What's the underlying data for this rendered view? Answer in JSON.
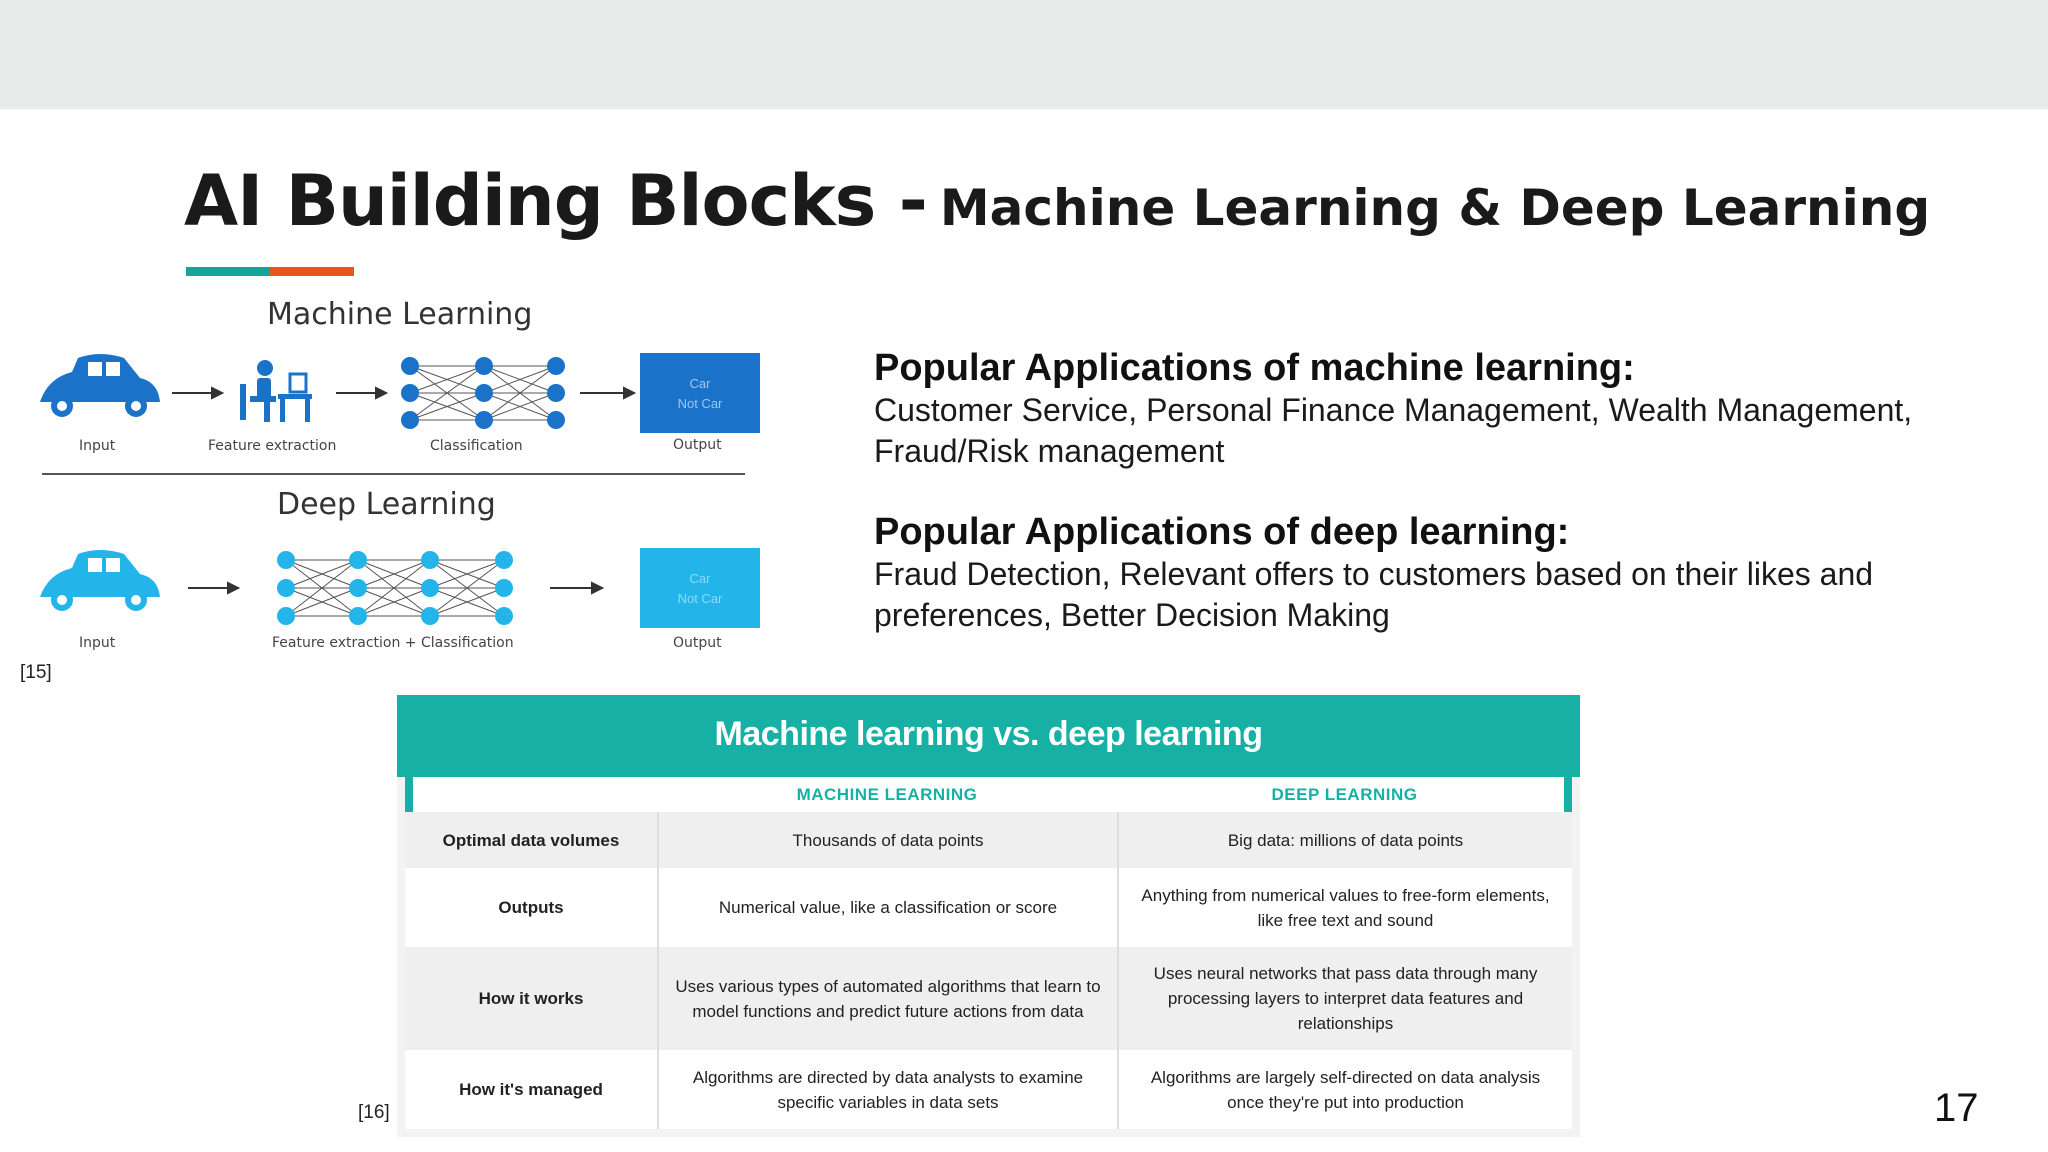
{
  "title": {
    "main": "AI Building Blocks -",
    "sub": "Machine Learning & Deep Learning"
  },
  "colors": {
    "teal": "#16a39a",
    "orange": "#e8561e",
    "car_ml": "#1a73c9",
    "car_dl": "#23b4ea",
    "box_ml": "#1a73c9",
    "box_dl": "#23b4ea"
  },
  "diagram": {
    "ml_heading": "Machine Learning",
    "dl_heading": "Deep Learning",
    "ml_captions": {
      "input": "Input",
      "feature": "Feature extraction",
      "classification": "Classification",
      "output": "Output"
    },
    "dl_captions": {
      "input": "Input",
      "feature_classification": "Feature extraction + Classification",
      "output": "Output"
    },
    "output_box": {
      "line1": "Car",
      "line2": "Not Car"
    },
    "icons": [
      "car-icon",
      "arrow-right-icon",
      "person-at-desk-icon",
      "neural-network-icon"
    ]
  },
  "ref_left": "[15]",
  "ref_bottom": "[16]",
  "applications": {
    "ml_heading": "Popular Applications of machine learning:",
    "ml_text": "Customer Service, Personal Finance Management, Wealth Management, Fraud/Risk management",
    "dl_heading": "Popular Applications of deep learning:",
    "dl_text": "Fraud Detection, Relevant offers to customers based on their likes and preferences, Better Decision Making"
  },
  "comparison": {
    "title": "Machine learning vs. deep learning",
    "columns": [
      "MACHINE LEARNING",
      "DEEP LEARNING"
    ],
    "rows": [
      {
        "label": "Optimal data volumes",
        "ml": "Thousands of data points",
        "dl": "Big data: millions of data points"
      },
      {
        "label": "Outputs",
        "ml": "Numerical value, like a classification or score",
        "dl": "Anything from numerical values to free-form elements, like free text and sound"
      },
      {
        "label": "How it works",
        "ml": "Uses various types of automated algorithms that learn to model functions and predict future actions from data",
        "dl": "Uses neural networks that pass data through many processing layers to interpret data features and relationships"
      },
      {
        "label": "How it's managed",
        "ml": "Algorithms are directed by data analysts to examine specific variables in data sets",
        "dl": "Algorithms are largely self-directed on data analysis once they're put into production"
      }
    ]
  },
  "page_number": "17"
}
